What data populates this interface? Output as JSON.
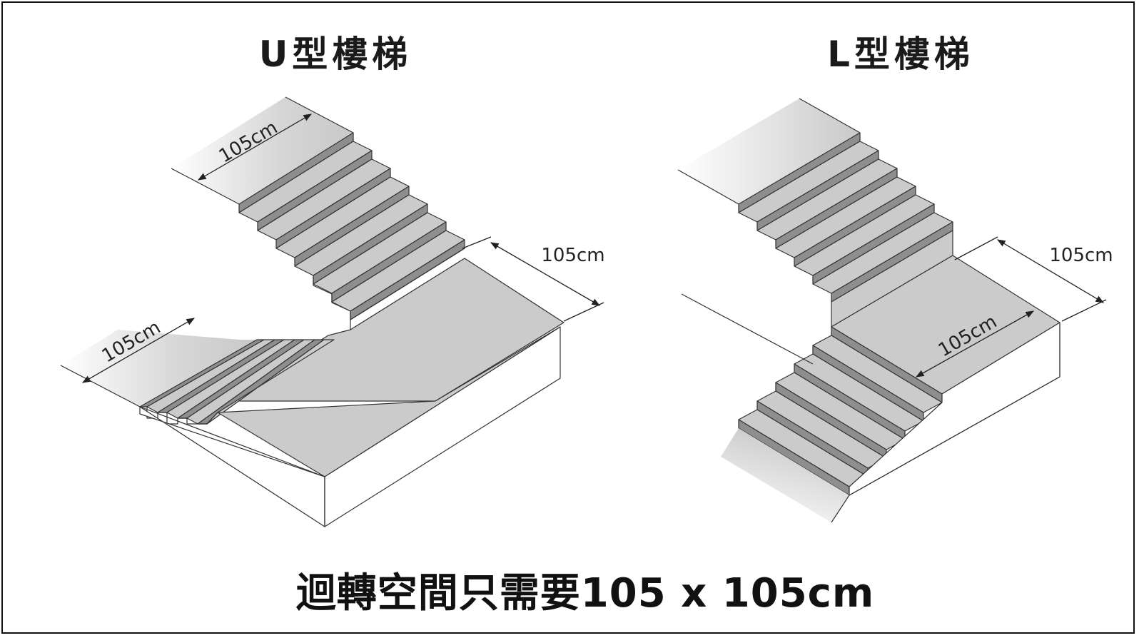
{
  "u_stair": {
    "title": "U型樓梯",
    "dims": [
      "105cm",
      "105cm",
      "105cm"
    ]
  },
  "l_stair": {
    "title": "L型樓梯",
    "dims": [
      "105cm",
      "105cm"
    ]
  },
  "caption": "迴轉空間只需要105 x 105cm",
  "colors": {
    "tread": "#cbcbcb",
    "riser": "#8e8e8e",
    "wall": "#ffffff",
    "line": "#333333"
  }
}
